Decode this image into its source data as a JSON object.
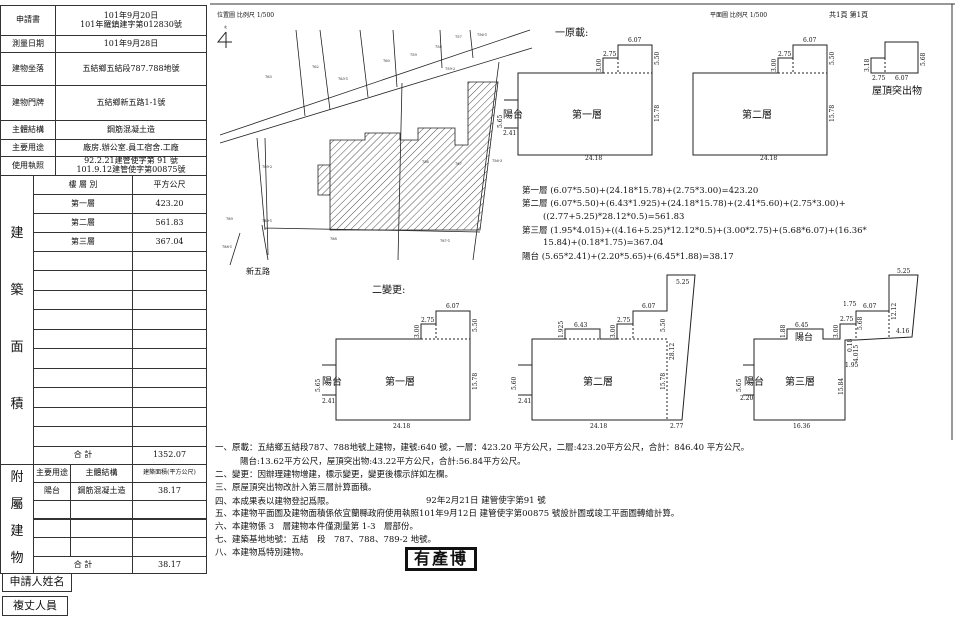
{
  "info": {
    "application_label": "申請書",
    "application_date": "101年9月20日",
    "application_no": "101年羅鎮建字第012830號",
    "survey_date_label": "測量日期",
    "survey_date": "101年9月28日",
    "location_label": "建物坐落",
    "location": "五結鄉五結段787.788地號",
    "address_label": "建物門牌",
    "address": "五結鄉新五路1-1號",
    "structure_label": "主體結構",
    "structure": "鋼筋混凝土造",
    "usage_label": "主要用途",
    "usage": "廠房.辦公室.員工宿舍.工廠",
    "permit_label": "使用執照",
    "permit_1": "92.2.21建管使字第 91 號",
    "permit_2": "101.9.12建管使字第00875號"
  },
  "building_area": {
    "side_label": [
      "建",
      "築",
      "面",
      "積"
    ],
    "col_floor": "樓 層 別",
    "col_area": "平方公尺",
    "rows": [
      {
        "floor": "第一層",
        "area": "423.20"
      },
      {
        "floor": "第二層",
        "area": "561.83"
      },
      {
        "floor": "第三層",
        "area": "367.04"
      }
    ],
    "total_label": "合 計",
    "total": "1352.07"
  },
  "annex": {
    "side_label": [
      "附",
      "屬",
      "建",
      "物"
    ],
    "col_usage": "主要用途",
    "col_structure": "主體結構",
    "col_area": "建築面積(平方公尺)",
    "rows": [
      {
        "usage": "陽台",
        "structure": "鋼筋混凝土造",
        "area": "38.17"
      }
    ],
    "total_label": "合 計",
    "total": "38.17"
  },
  "footer": {
    "applicant_label": "申請人姓名",
    "surveyor_label": "複丈人員"
  },
  "header": {
    "location_map": "位置圖 比例尺 1/500",
    "floor_plan": "平面圖 比例尺 1/500",
    "pages": "共1頁 第1頁"
  },
  "site_map": {
    "road_label": "新五路",
    "north": "北",
    "parcels": [
      "763",
      "762",
      "763-1",
      "760",
      "759",
      "758",
      "757",
      "756-1",
      "759-2",
      "756",
      "787",
      "756-3",
      "789-2",
      "789-1",
      "789",
      "788-1",
      "788",
      "787-1"
    ]
  },
  "original": {
    "title": "一原載:",
    "floor1": "第一層",
    "floor2": "第二層",
    "roof": "屋頂突出物",
    "balcony": "陽台",
    "dims": {
      "w607": "6.07",
      "w275": "2.75",
      "h300": "3.00",
      "h550": "5.50",
      "h1578": "15.78",
      "w2418": "24.18",
      "h565": "5.65",
      "w241": "2.41",
      "h318": "3.18",
      "h568": "5.68"
    }
  },
  "formulas": [
    "第一層 (6.07*5.50)+(24.18*15.78)+(2.75*3.00)=423.20",
    "第二層 (6.07*5.50)+(6.43*1.925)+(24.18*15.78)+(2.41*5.60)+(2.75*3.00)+",
    "((2.77+5.25)*28.12*0.5)=561.83",
    "第三層 (1.95*4.015)+((4.16+5.25)*12.12*0.5)+(3.00*2.75)+(5.68*6.07)+(16.36*",
    "15.84)+(0.18*1.75)=367.04",
    "陽台 (5.65*2.41)+(2.20*5.65)+(6.45*1.88)=38.17"
  ],
  "changed": {
    "title": "二變更:",
    "floor1": "第一層",
    "floor2": "第二層",
    "floor3": "第三層",
    "balcony": "陽台",
    "dims": {
      "w607": "6.07",
      "w275": "2.75",
      "h300": "3.00",
      "h550": "5.50",
      "h1578": "15.78",
      "w2418": "24.18",
      "h565": "5.65",
      "w241": "2.41",
      "h1925": "1.925",
      "w643": "6.43",
      "w525": "5.25",
      "h2812": "28.12",
      "h560": "5.60",
      "w277": "2.77",
      "w175": "1.75",
      "h1212": "12.12",
      "h568": "5.68",
      "h188": "1.88",
      "w645": "6.45",
      "h018": "0.18",
      "h4015": "4.015",
      "w195": "1.95",
      "w416": "4.16",
      "h1584": "15.84",
      "w220": "2.20",
      "w1636": "16.36"
    }
  },
  "notes": [
    "一、原載：五結鄉五結段787、788地號上建物，建號:640 號，一層：423.20 平方公尺，二層:423.20平方公尺，合計：846.40 平方公尺。",
    "陽台:13.62平方公尺，屋頂突出物:43.22平方公尺，合計:56.84平方公尺。",
    "二、變更：因辦理建物增建，標示變更，變更後標示詳如左欄。",
    "三、原屋頂突出物改計入第三層計算面積。",
    "四、本成果表以建物登記爲限。",
    "92年2月21日 建管使字第91 號",
    "五、本建物平面圖及建物面積係依宜蘭縣政府使用執照101年9月12日 建管使字第00875 號設計圖或竣工平面圖轉繪計算。",
    "六、本建物係 3　層建物本件僅測量第 1-3　層部份。",
    "七、建築基地地號：五結　段　787、788、789-2 地號。",
    "八、本建物爲特別建物。"
  ],
  "stamp": "有產博"
}
